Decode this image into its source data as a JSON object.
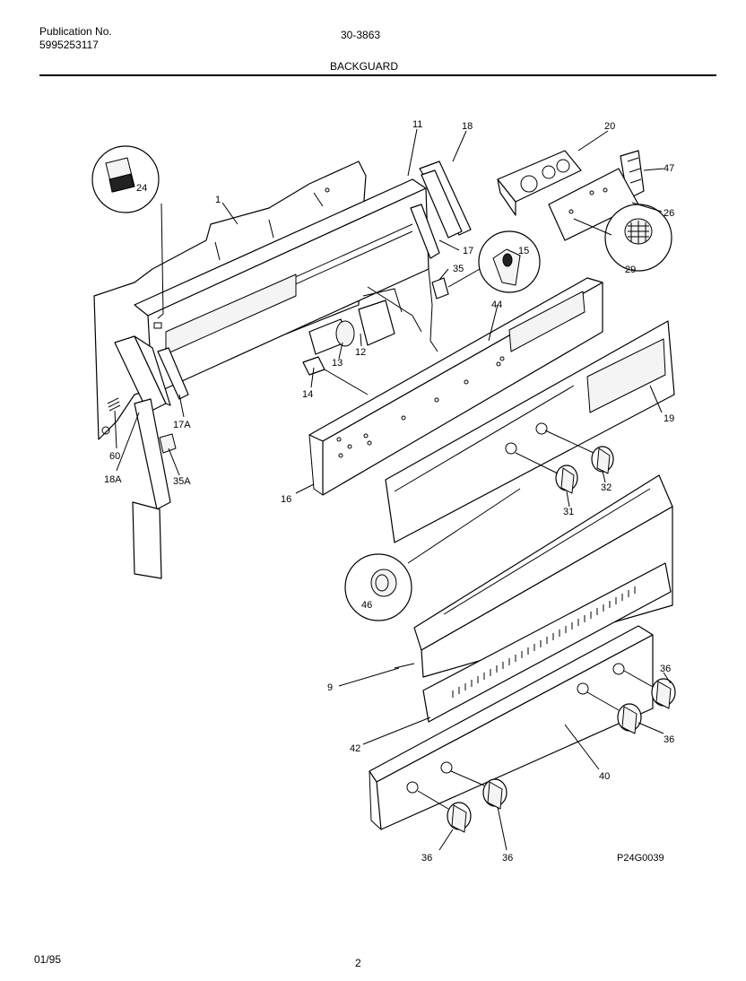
{
  "header": {
    "publication_label": "Publication No.",
    "publication_number": "5995253117",
    "model_number": "30-3863",
    "top_right_fragment": "",
    "section_title": "BACKGUARD"
  },
  "diagram": {
    "callouts": {
      "c1": "1",
      "c11": "11",
      "c18": "18",
      "c20": "20",
      "c47": "47",
      "c26": "26",
      "c24": "24",
      "c29": "29",
      "c15": "15",
      "c17": "17",
      "c35": "35",
      "c44": "44",
      "c13": "13",
      "c12": "12",
      "c14": "14",
      "c60": "60",
      "c17a": "17A",
      "c18a": "18A",
      "c35a": "35A",
      "c16": "16",
      "c19": "19",
      "c32": "32",
      "c31": "31",
      "c46": "46",
      "c9": "9",
      "c36a": "36",
      "c36b": "36",
      "c42": "42",
      "c40": "40",
      "c36c": "36",
      "c36d": "36"
    },
    "figure_code": "P24G0039"
  },
  "footer": {
    "date": "01/95",
    "page": "2"
  }
}
